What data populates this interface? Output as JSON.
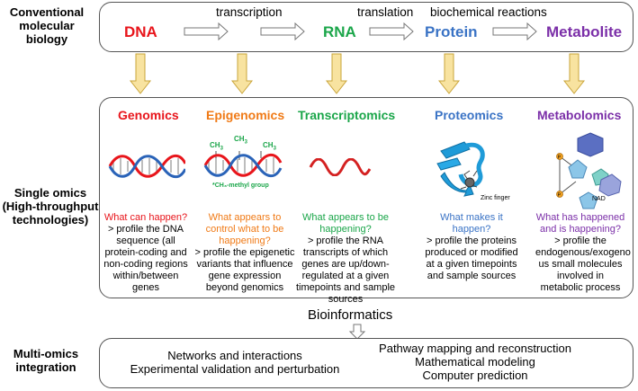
{
  "colors": {
    "red": "#e8151b",
    "orange": "#f07a16",
    "green": "#1ba64a",
    "blue": "#3a73c5",
    "purple": "#7b2fa8",
    "arrow_fill": "#f8e3a0",
    "arrow_stroke": "#c9a43a"
  },
  "rows": {
    "conventional": "Conventional molecular biology",
    "single": "Single omics (High-throughput technologies)",
    "multi": "Multi-omics integration"
  },
  "top": {
    "dna": "DNA",
    "rna": "RNA",
    "protein": "Protein",
    "metabolite": "Metabolite",
    "transcription": "transcription",
    "translation": "translation",
    "biochemical": "biochemical reactions"
  },
  "omics": [
    {
      "title": "Genomics",
      "question": "What can happen?",
      "description": "> profile the DNA sequence (all protein-coding and non-coding regions within/between genes"
    },
    {
      "title": "Epigenomics",
      "question": "What appears to control what to be happening?",
      "description": "> profile the epigenetic variants that influence gene expression beyond genomics"
    },
    {
      "title": "Transcriptomics",
      "question": "What appears to be happening?",
      "description": "> profile the RNA transcripts of which genes are up/down-regulated at a given timepoints and sample sources"
    },
    {
      "title": "Proteomics",
      "question": "What makes it happen?",
      "description": "> profile the proteins produced or modified at a given timepoints and sample sources"
    },
    {
      "title": "Metabolomics",
      "question": "What has happened and is happening?",
      "description": "> profile the endogenous/exogeno us small molecules involved in metabolic process"
    }
  ],
  "figure_labels": {
    "ch3": "CH",
    "ch3_sub": "3",
    "methyl_note": "*CH₃-methyl group",
    "zinc_finger": "Zinc finger",
    "nad": "NAD",
    "phosphate": "P"
  },
  "bioinformatics": "Bioinformatics",
  "multi": {
    "left_line1": "Networks and interactions",
    "left_line2": "Experimental validation and perturbation",
    "right_line1": "Pathway mapping and reconstruction",
    "right_line2": "Mathematical modeling",
    "right_line3": "Computer prediction"
  }
}
